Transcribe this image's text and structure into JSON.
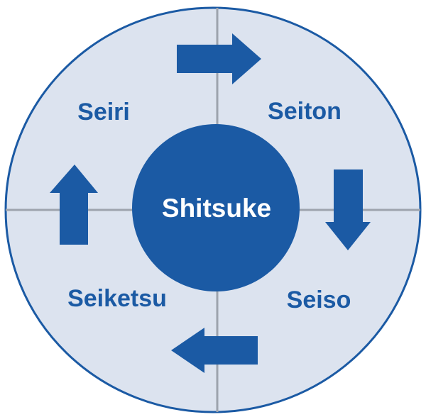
{
  "diagram": {
    "center_label": "Shitsuke",
    "quadrants": {
      "top_left": "Seiri",
      "top_right": "Seiton",
      "bottom_right": "Seiso",
      "bottom_left": "Seiketsu"
    },
    "arrows": [
      {
        "direction": "right",
        "from": "Seiri",
        "to": "Seiton"
      },
      {
        "direction": "down",
        "from": "Seiton",
        "to": "Seiso"
      },
      {
        "direction": "left",
        "from": "Seiso",
        "to": "Seiketsu"
      },
      {
        "direction": "up",
        "from": "Seiketsu",
        "to": "Seiri"
      }
    ]
  },
  "colors": {
    "primary": "#1B5AA4",
    "background_fill": "#DCE3EF",
    "divider": "#9DA3AD",
    "center_text": "#FFFFFF"
  }
}
